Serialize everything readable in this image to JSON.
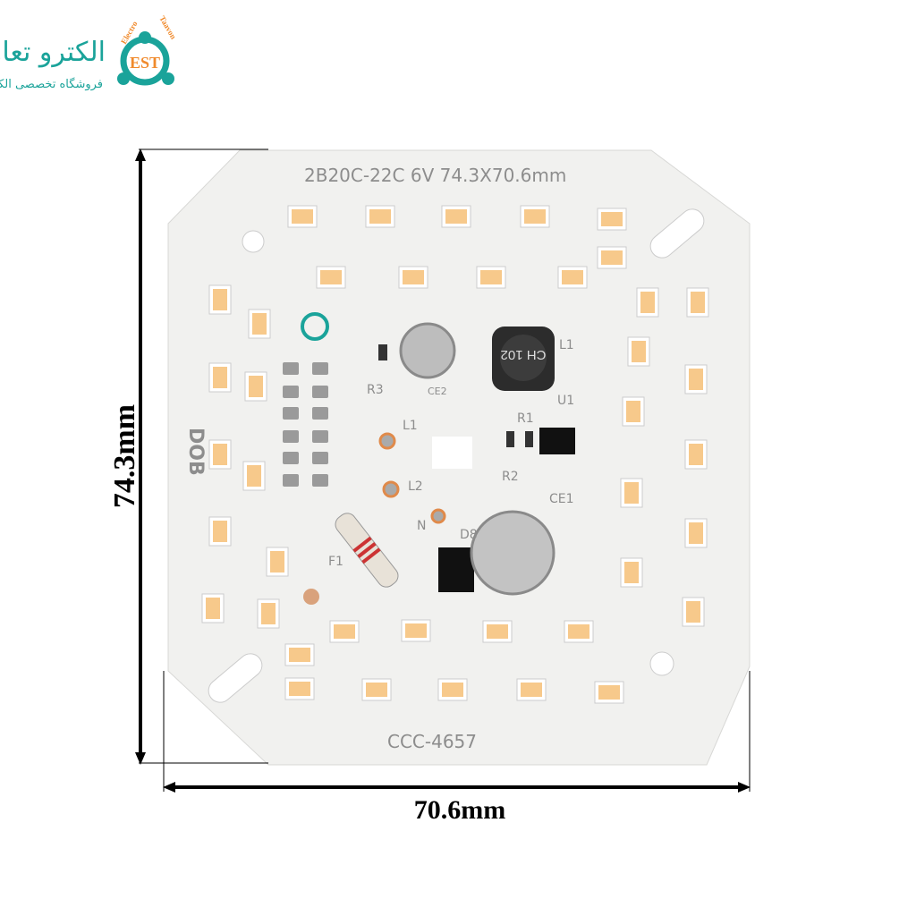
{
  "logo": {
    "persian_name": "الکترو تعاون",
    "persian_tagline": "فروشگاه تخصصی الکترونیک",
    "latin_left": "Electro",
    "latin_right": "Taavon",
    "monogram": "EST",
    "colors": {
      "teal": "#1aa39a",
      "orange": "#f08a2c"
    }
  },
  "board": {
    "top_label": "2B20C-22C  6V   74.3X70.6mm",
    "bottom_label": "CCC-4657",
    "side_label": "DOB",
    "inductor_marking": "CH 102",
    "components": [
      "R3",
      "CE2",
      "L1",
      "U1",
      "R1",
      "R2",
      "L1",
      "L2",
      "N",
      "D8",
      "CE1",
      "F1"
    ],
    "colors": {
      "pcb": "#f1f1ef",
      "led": "#f7c98b",
      "led_frame": "#ffffff"
    }
  },
  "dimensions": {
    "height": "74.3mm",
    "width": "70.6mm"
  }
}
